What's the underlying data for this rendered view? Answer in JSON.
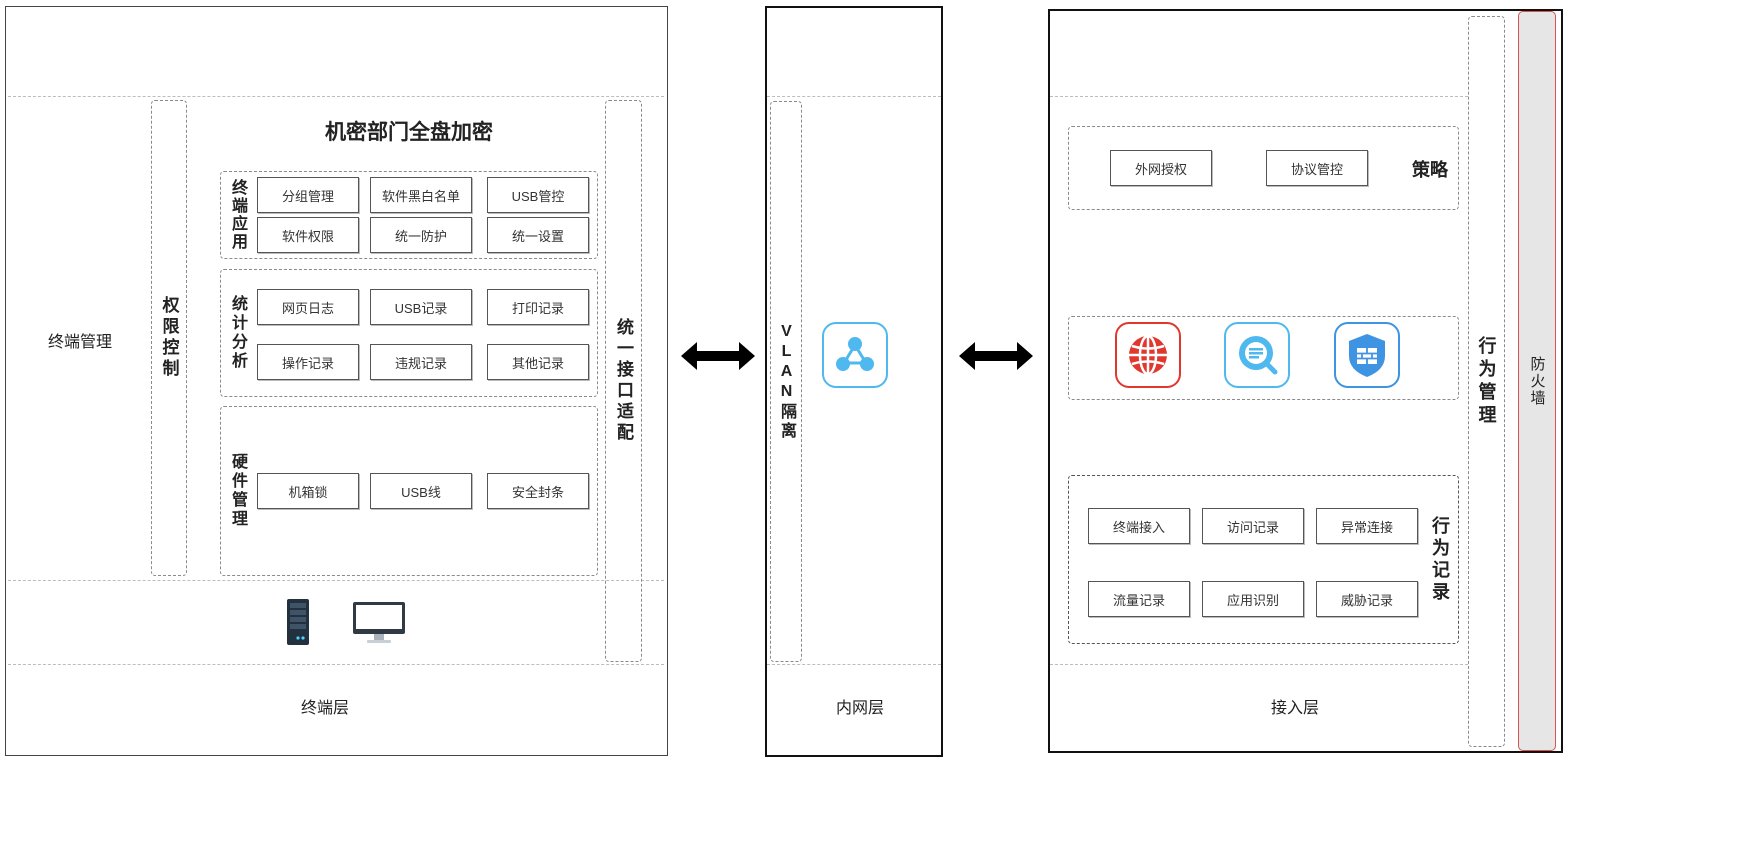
{
  "terminal_layer": {
    "layer_label": "终端层",
    "side_label": "终端管理",
    "permission_label": "权限控制",
    "interface_label": "统一接口适配",
    "title": "机密部门全盘加密",
    "groups": [
      {
        "label": "终端应用",
        "items": [
          "分组管理",
          "软件黑白名单",
          "USB管控",
          "软件权限",
          "统一防护",
          "统一设置"
        ]
      },
      {
        "label": "统计分析",
        "items": [
          "网页日志",
          "USB记录",
          "打印记录",
          "操作记录",
          "违规记录",
          "其他记录"
        ]
      },
      {
        "label": "硬件管理",
        "items": [
          "机箱锁",
          "USB线",
          "安全封条"
        ]
      }
    ],
    "devices": [
      "server-tower-icon",
      "monitor-icon"
    ]
  },
  "intranet_layer": {
    "layer_label": "内网层",
    "vlan_label": "VLAN隔离",
    "icon": "network-share-icon"
  },
  "access_layer": {
    "layer_label": "接入层",
    "behavior_mgmt_label": "行为管理",
    "firewall_label": "防火墙",
    "strategy": {
      "label": "策略",
      "items": [
        "外网授权",
        "协议管控"
      ]
    },
    "icons": [
      "globe-icon",
      "search-icon",
      "shield-wall-icon"
    ],
    "behavior_record": {
      "label": "行为记录",
      "items": [
        "终端接入",
        "访问记录",
        "异常连接",
        "流量记录",
        "应用识别",
        "威胁记录"
      ]
    }
  },
  "colors": {
    "blue_icon": "#4fb8ee",
    "red_icon": "#e0382f",
    "shield_blue": "#3e93e2",
    "firewall_border": "#d9534f",
    "firewall_fill": "#e6e6e6"
  }
}
